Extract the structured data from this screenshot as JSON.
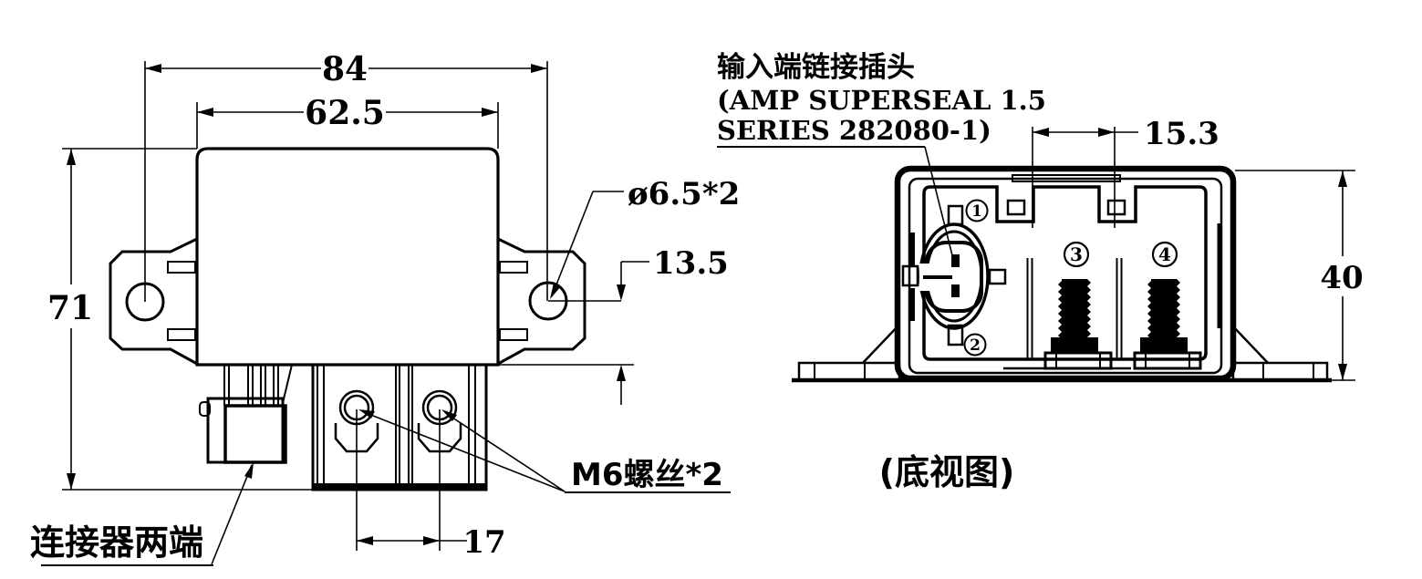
{
  "drawing": {
    "colors": {
      "line": "#000000",
      "background": "#ffffff"
    },
    "front_view": {
      "dims": {
        "overall_width": "84",
        "body_width": "62.5",
        "overall_height": "71",
        "hole_to_base": "13.5",
        "screw_pitch": "17"
      },
      "labels": {
        "mount_hole": "ø6.5*2",
        "screws": "M6螺丝*2",
        "connector": "连接器两端"
      }
    },
    "bottom_view": {
      "dims": {
        "terminal_pitch": "15.3",
        "depth": "40"
      },
      "annotation": [
        "输入端链接插头",
        "(AMP SUPERSEAL 1.5",
        "SERIES 282080-1)"
      ],
      "pins": [
        "1",
        "2",
        "3",
        "4"
      ],
      "caption": "(底视图)"
    }
  }
}
